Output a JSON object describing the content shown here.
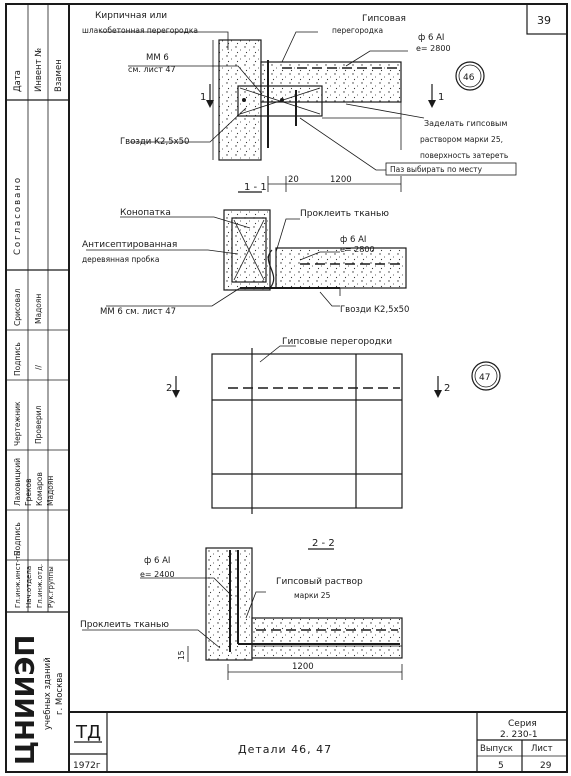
{
  "sheet": {
    "page_number": "39",
    "title": "Детали 46, 47",
    "stamp_mark": "ТД",
    "year": "1972г",
    "series_label": "Серия",
    "series_value": "2. 230-1",
    "issue_label": "Выпуск",
    "issue_value": "5",
    "sheet_label": "Лист",
    "sheet_value": "29",
    "org_name": "ЦНИИЭП",
    "org_line1": "учебных зданий",
    "org_line2": "г. Москва"
  },
  "side_stamp": {
    "date_label": "Дата",
    "inv_label": "Инвент №",
    "replace_label": "Взамен",
    "agreed_label": "Согласовано",
    "roles": [
      "Гл.инж.инст-та",
      "Нач.отдела",
      "Гл.инж.отд.",
      "Рук.группы"
    ],
    "sign_mark": "//",
    "sign_header": "Подпись",
    "names1": [
      "Лаховицкий",
      "Греков",
      "Комаров",
      "Мадоян"
    ],
    "drawn_label": "Чертежник",
    "checked_label": "Проверил",
    "sign2_header": "Подпись",
    "copied_label": "Срисовал",
    "copied_name": "Мадоян"
  },
  "detail46": {
    "label_brick": "Кирпичная или",
    "label_brick2": "шлакобетонная перегородка",
    "label_gypsum": "Гипсовая",
    "label_gypsum2": "перегородка",
    "rebar": "ф 6 АI",
    "rebar_spacing": "е= 2800",
    "mm_ref": "ММ 6",
    "mm_ref2": "см. лист 47",
    "nails": "Гвозди К2,5х50",
    "seal": "Заделать гипсовым",
    "seal2": "раствором марки 25,",
    "seal3": "поверхность затереть",
    "groove": "Паз выбирать по месту",
    "bubble": "46",
    "section_mark": "1",
    "dim_20": "20",
    "dim_1200": "1200",
    "section_label": "1 - 1"
  },
  "detail11": {
    "caulk": "Конопатка",
    "tape": "Проклеить тканью",
    "plug": "Антисептированная",
    "plug2": "деревянная пробка",
    "rebar": "ф 6 АI",
    "spacing": "е= 2800",
    "mm_ref": "ММ 6  см. лист 47",
    "nails": "Гвозди К2,5х50"
  },
  "detail47": {
    "label": "Гипсовые перегородки",
    "bubble": "47",
    "section_mark": "2"
  },
  "detail22": {
    "section_label": "2 - 2",
    "rebar": "ф 6 АI",
    "spacing": "е= 2400",
    "mortar": "Гипсовый раствор",
    "mortar2": "марки 25",
    "tape": "Проклеить тканью",
    "dim_15": "15",
    "dim_1200": "1200"
  }
}
